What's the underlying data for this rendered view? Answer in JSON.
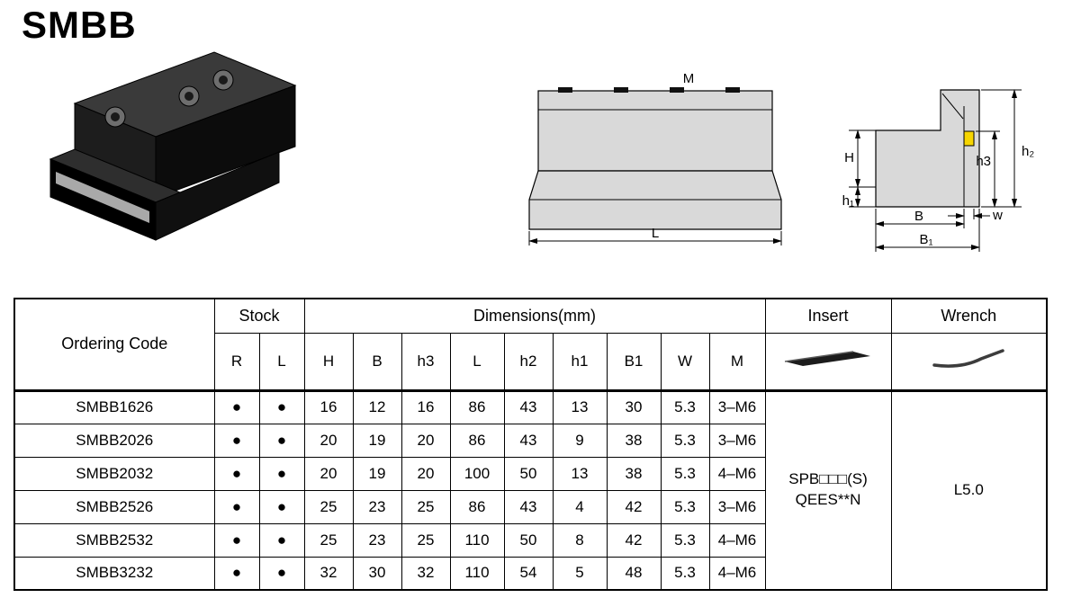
{
  "page": {
    "title": "SMBB"
  },
  "front_view": {
    "m_label": "M",
    "l_label": "L"
  },
  "side_view": {
    "h_label": "H",
    "h1_label": "h₁",
    "h3_label": "h3",
    "h2_label": "h₂",
    "b_label": "B",
    "b1_label": "B₁",
    "w_label": "w"
  },
  "table": {
    "headers": {
      "ordering_code": "Ordering Code",
      "stock": "Stock",
      "dimensions": "Dimensions(mm)",
      "insert": "Insert",
      "wrench": "Wrench",
      "stock_cols": [
        "R",
        "L"
      ],
      "dim_cols": [
        "H",
        "B",
        "h3",
        "L",
        "h2",
        "h1",
        "B1",
        "W",
        "M"
      ]
    },
    "rows": [
      {
        "code": "SMBB1626",
        "r": "●",
        "l": "●",
        "values": [
          "16",
          "12",
          "16",
          "86",
          "43",
          "13",
          "30",
          "5.3",
          "3–M6"
        ]
      },
      {
        "code": "SMBB2026",
        "r": "●",
        "l": "●",
        "values": [
          "20",
          "19",
          "20",
          "86",
          "43",
          "9",
          "38",
          "5.3",
          "3–M6"
        ]
      },
      {
        "code": "SMBB2032",
        "r": "●",
        "l": "●",
        "values": [
          "20",
          "19",
          "20",
          "100",
          "50",
          "13",
          "38",
          "5.3",
          "4–M6"
        ]
      },
      {
        "code": "SMBB2526",
        "r": "●",
        "l": "●",
        "values": [
          "25",
          "23",
          "25",
          "86",
          "43",
          "4",
          "42",
          "5.3",
          "3–M6"
        ]
      },
      {
        "code": "SMBB2532",
        "r": "●",
        "l": "●",
        "values": [
          "25",
          "23",
          "25",
          "110",
          "50",
          "8",
          "42",
          "5.3",
          "4–M6"
        ]
      },
      {
        "code": "SMBB3232",
        "r": "●",
        "l": "●",
        "values": [
          "32",
          "30",
          "32",
          "110",
          "54",
          "5",
          "48",
          "5.3",
          "4–M6"
        ]
      }
    ],
    "insert_value": {
      "line1": "SPB□□□(S)",
      "line2": "QEES**N"
    },
    "wrench_value": "L5.0"
  }
}
